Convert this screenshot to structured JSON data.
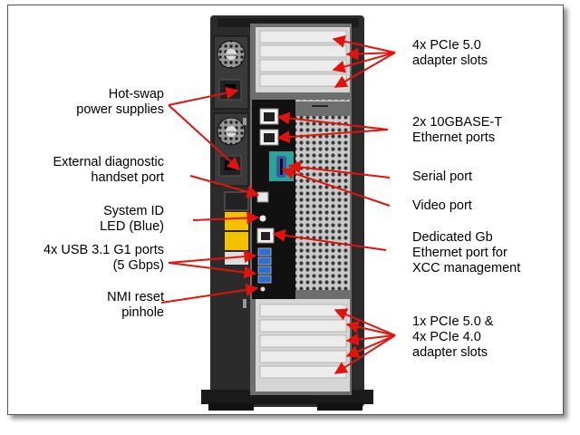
{
  "labels": {
    "pcie_top": [
      "4x PCIe 5.0",
      "adapter slots"
    ],
    "power": [
      "Hot-swap",
      "power supplies"
    ],
    "ethernet": [
      "2x 10GBASE-T",
      "Ethernet ports"
    ],
    "diag": [
      "External diagnostic",
      "handset port"
    ],
    "serial": "Serial port",
    "video": "Video port",
    "sysid": [
      "System ID",
      "LED (Blue)"
    ],
    "xcc": [
      "Dedicated Gb",
      "Ethernet port for",
      "XCC management"
    ],
    "usb": [
      "4x USB 3.1 G1 ports",
      "(5 Gbps)"
    ],
    "nmi": [
      "NMI reset",
      "pinhole"
    ],
    "pcie_bottom": [
      "1x PCIe 5.0 &",
      "4x PCIe 4.0",
      "adapter slots"
    ]
  },
  "psu_text": [
    "1100w",
    "1100w"
  ],
  "colors": {
    "arrow": "#e3120b",
    "chassis": "#2b2b2b",
    "panel": "#111111",
    "slot": "#cfcfcf",
    "serial": "#2aa39a",
    "video": "#3a5aa8",
    "usb": "#2d6fd1",
    "warning": "#f2c200"
  }
}
